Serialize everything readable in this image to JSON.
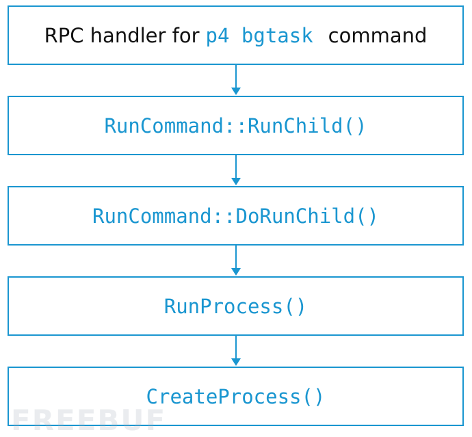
{
  "steps": [
    {
      "text_before": "RPC handler for",
      "code": "p4 bgtask",
      "text_after": "command"
    },
    {
      "code": "RunCommand::RunChild()"
    },
    {
      "code": "RunCommand::DoRunChild()"
    },
    {
      "code": "RunProcess()"
    },
    {
      "code": "CreateProcess()"
    }
  ],
  "watermark": "FREEBUF",
  "colors": {
    "accent": "#1a96d0",
    "text": "#111111",
    "background": "#ffffff"
  }
}
